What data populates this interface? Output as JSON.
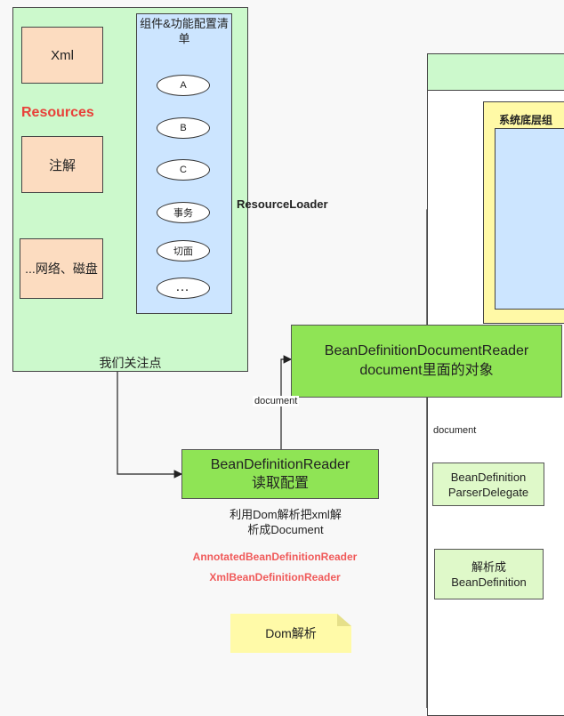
{
  "resources_panel": {
    "label": "Resources",
    "footer": "我们关注点",
    "sources": [
      "Xml",
      "注解",
      "...网络、磁盘"
    ]
  },
  "config_list": {
    "title": "组件&功能配置清单",
    "items": [
      "A",
      "B",
      "C",
      "事务",
      "切面",
      "..."
    ]
  },
  "resource_loader": "ResourceLoader",
  "right_panel": {
    "inner_title": "系统底层组"
  },
  "doc_reader": {
    "line1": "BeanDefinitionDocumentReader",
    "line2": "document里面的对象"
  },
  "bean_reader": {
    "line1": "BeanDefinitionReader",
    "line2": "读取配置",
    "note_line1": "利用Dom解析把xml解",
    "note_line2": "析成Document",
    "impl1": "AnnotatedBeanDefinitionReader",
    "impl2": "XmlBeanDefinitionReader"
  },
  "edge_labels": {
    "document_1": "document",
    "document_2": "document"
  },
  "delegate": {
    "line1": "BeanDefinition",
    "line2": "ParserDelegate"
  },
  "parse_result": {
    "line1": "解析成",
    "line2": "BeanDefinition"
  },
  "dom_note": "Dom解析",
  "colors": {
    "red_accent": "#e8413a",
    "impl_red": "#f05a5a",
    "bright_green": "#8fe455"
  }
}
